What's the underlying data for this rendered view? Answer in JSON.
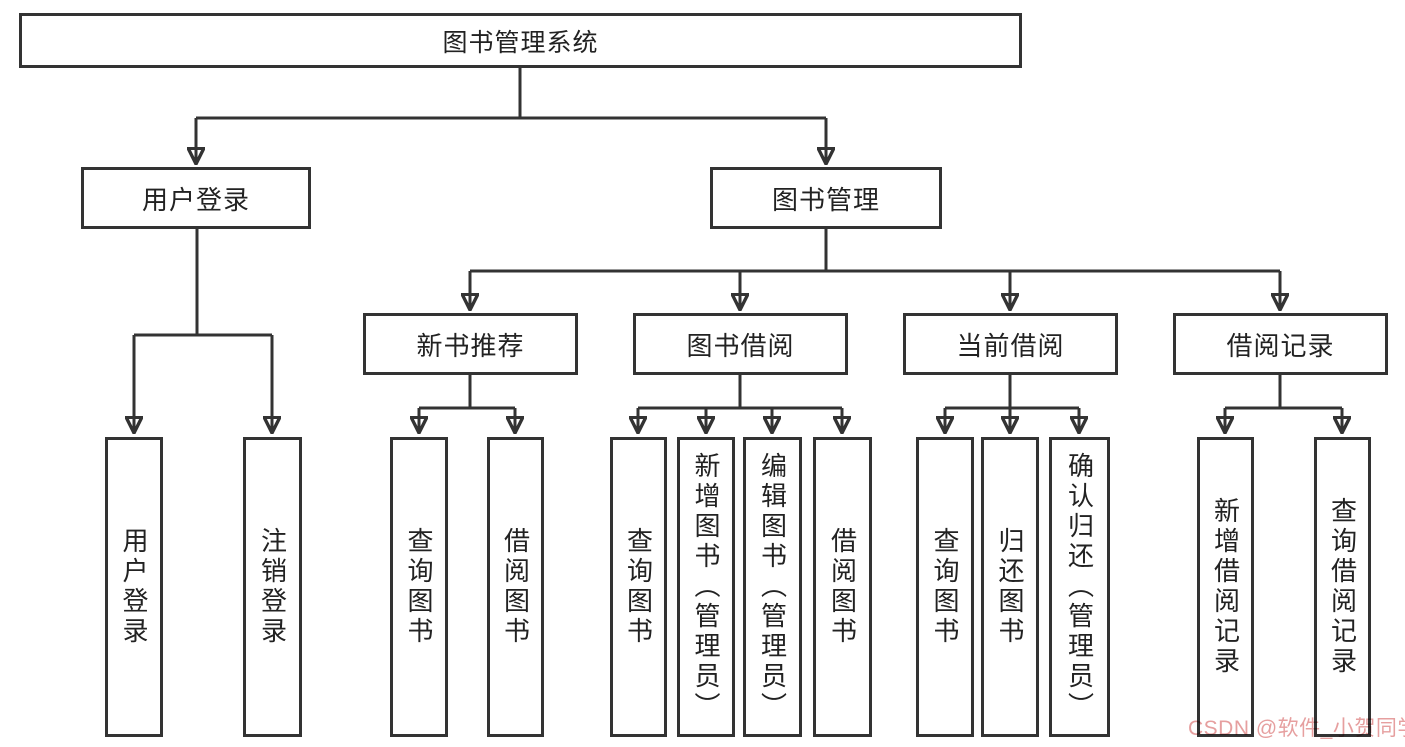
{
  "diagram": {
    "root": "图书管理系统",
    "branches": [
      {
        "label": "用户登录",
        "children": [
          "用户登录",
          "注销登录"
        ]
      },
      {
        "label": "图书管理",
        "groups": [
          {
            "label": "新书推荐",
            "children": [
              "查询图书",
              "借阅图书"
            ]
          },
          {
            "label": "图书借阅",
            "children": [
              "查询图书",
              "新增图书（管理员）",
              "编辑图书（管理员）",
              "借阅图书"
            ]
          },
          {
            "label": "当前借阅",
            "children": [
              "查询图书",
              "归还图书",
              "确认归还（管理员）"
            ]
          },
          {
            "label": "借阅记录",
            "children": [
              "新增借阅记录",
              "查询借阅记录"
            ]
          }
        ]
      }
    ]
  },
  "watermark": "CSDN @软件_小贺同学",
  "colors": {
    "line": "#333333",
    "box_border": "#333333",
    "box_fill": "#ffffff",
    "text": "#222222",
    "watermark": "#e28e8e",
    "background": "#ffffff"
  }
}
